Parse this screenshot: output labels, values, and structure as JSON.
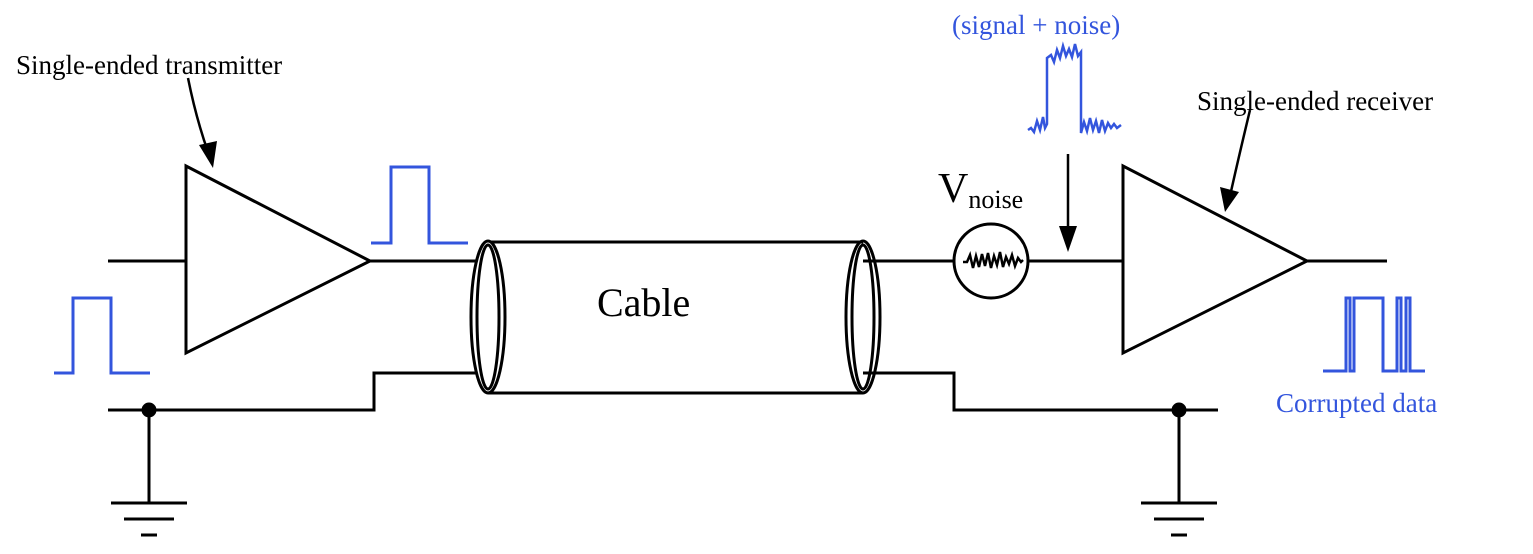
{
  "labels": {
    "transmitter": "Single-ended transmitter",
    "receiver": "Single-ended receiver",
    "cable": "Cable",
    "vnoise_main": "V",
    "vnoise_sub": "noise",
    "signal_noise": "(signal + noise)",
    "corrupted": "Corrupted data"
  },
  "colors": {
    "line": "#000000",
    "signal": "#3355dd"
  },
  "icons": {
    "transmitter": "amplifier-triangle",
    "receiver": "amplifier-triangle",
    "noise_source": "circle-with-noise-waveform",
    "ground": "ground-symbol"
  }
}
